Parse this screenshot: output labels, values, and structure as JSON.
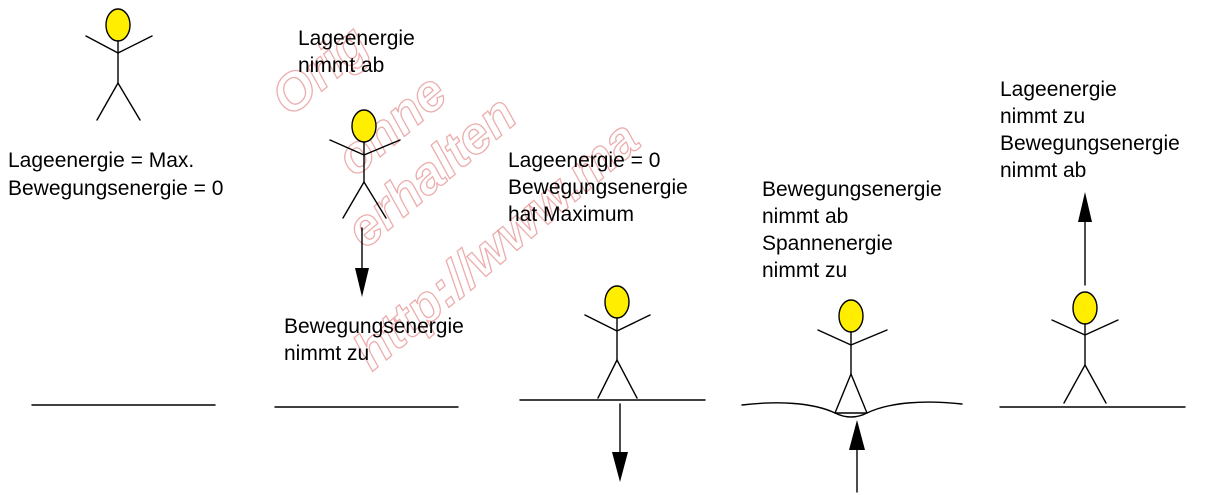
{
  "panels": [
    {
      "text": [
        "Lageenergie = Max.",
        "Bewegungsenergie = 0"
      ]
    },
    {
      "text": [
        "Lageenergie",
        "nimmt ab"
      ],
      "text_below": [
        "Bewegungsenergie",
        "nimmt zu"
      ]
    },
    {
      "text": [
        "Lageenergie = 0",
        "Bewegungsenergie",
        "hat Maximum"
      ]
    },
    {
      "text": [
        "Bewegungsenergie",
        "nimmt ab",
        "Spannenergie",
        "nimmt zu"
      ]
    },
    {
      "text": [
        "Lageenergie",
        "nimmt zu",
        "Bewegungsenergie",
        "nimmt ab"
      ]
    }
  ],
  "watermark": [
    "Orig",
    "ohne",
    "erhalten",
    "http://www.ma"
  ],
  "colors": {
    "head_fill": "#ffee00",
    "line": "#000000",
    "watermark": "#e48a8a"
  }
}
